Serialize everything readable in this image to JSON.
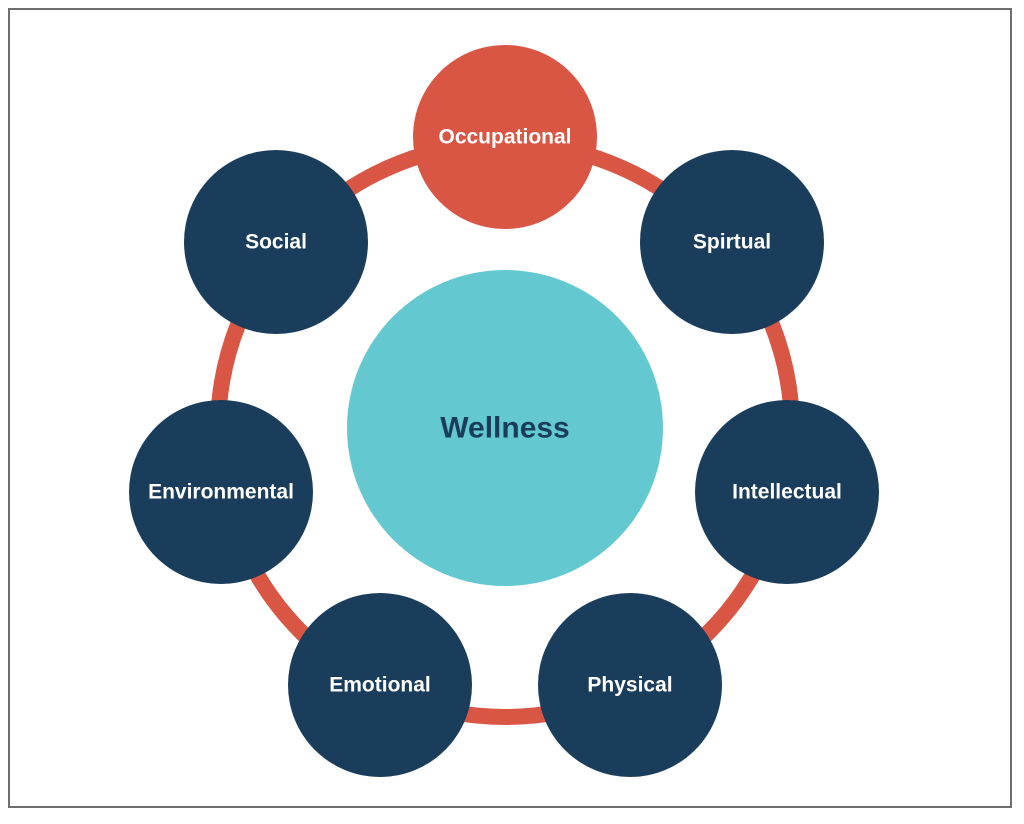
{
  "diagram": {
    "center": {
      "label": "Wellness",
      "fill": "#63c8d0",
      "text_color": "#1a3d5c"
    },
    "ring_color": "#d95645",
    "nodes": [
      {
        "id": "occupational",
        "label": "Occupational",
        "fill": "#d95645"
      },
      {
        "id": "spiritual",
        "label": "Spirtual",
        "fill": "#1a3d5c"
      },
      {
        "id": "intellectual",
        "label": "Intellectual",
        "fill": "#1a3d5c"
      },
      {
        "id": "physical",
        "label": "Physical",
        "fill": "#1a3d5c"
      },
      {
        "id": "emotional",
        "label": "Emotional",
        "fill": "#1a3d5c"
      },
      {
        "id": "environmental",
        "label": "Environmental",
        "fill": "#1a3d5c"
      },
      {
        "id": "social",
        "label": "Social",
        "fill": "#1a3d5c"
      }
    ]
  }
}
